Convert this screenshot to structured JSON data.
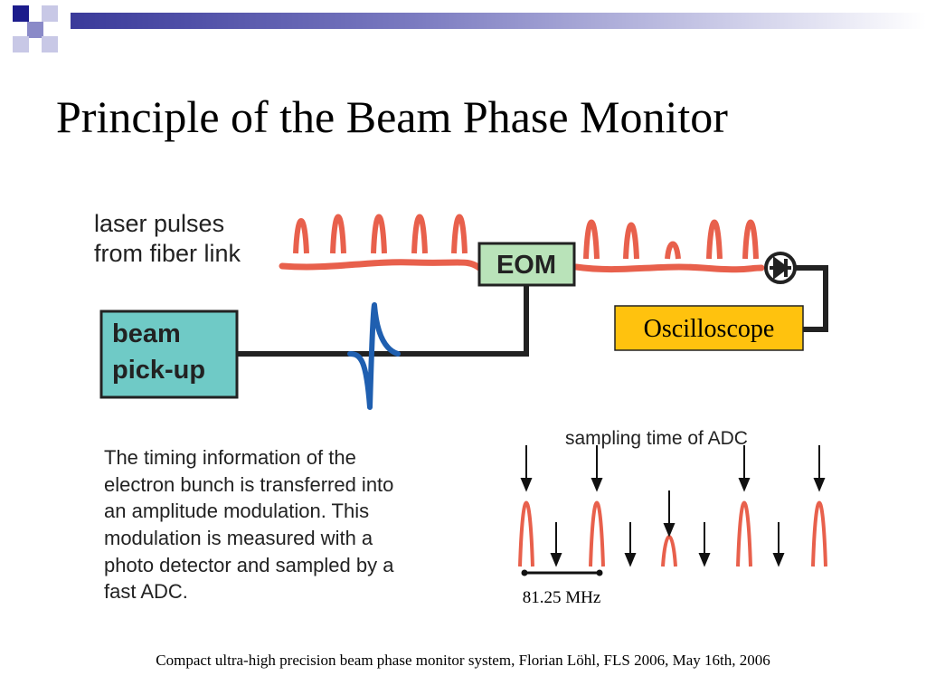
{
  "slide": {
    "title": "Principle of the Beam Phase Monitor",
    "caption": "Compact ultra-high precision beam phase monitor system, Florian Löhl, FLS 2006, May 16th, 2006"
  },
  "diagram": {
    "laser_label_line1": "laser pulses",
    "laser_label_line2": "from fiber link",
    "eom_label": "EOM",
    "pickup_line1": "beam",
    "pickup_line2": "pick-up",
    "oscilloscope_label": "Oscilloscope",
    "sampling_label": "sampling time of ADC",
    "frequency_label": "81.25 MHz",
    "description_lines": [
      "The timing information of the",
      "electron bunch is transferred into",
      "an amplitude modulation. This",
      "modulation is measured with a",
      "photo detector and sampled by a",
      "fast ADC."
    ]
  },
  "colors": {
    "pulse": "#e8604c",
    "eom_fill": "#b9e3b9",
    "pickup_fill": "#6fcac6",
    "oscilloscope_fill": "#ffc20e",
    "signal": "#1f5fb0",
    "frame_gradient_start": "#3a3a9a"
  }
}
